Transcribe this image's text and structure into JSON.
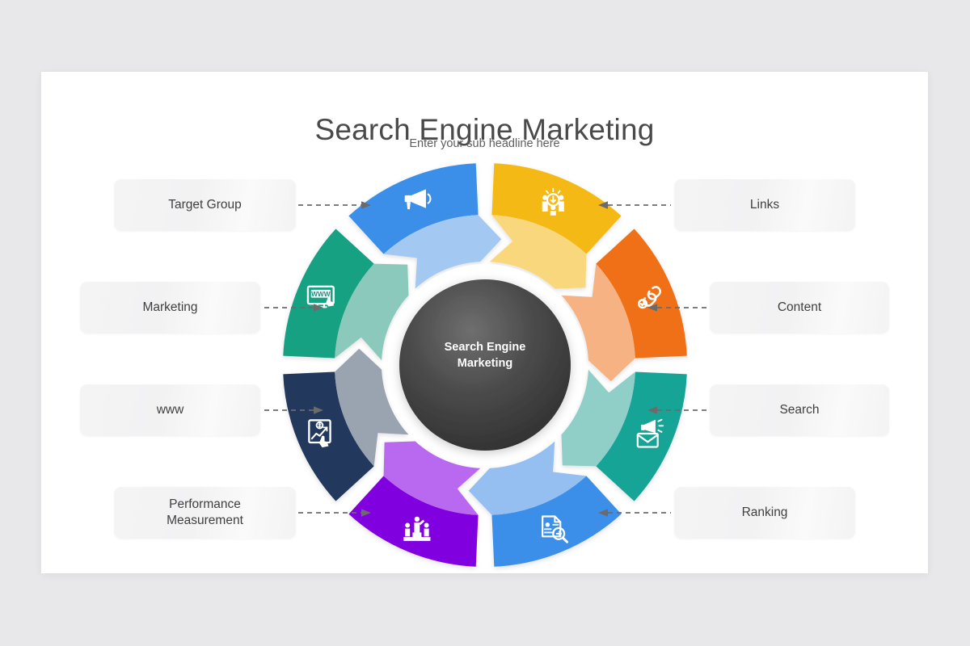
{
  "slide": {
    "title": "Search Engine Marketing",
    "subtitle": "Enter your sub headline here",
    "background_color": "#e8e8ea",
    "card_color": "#ffffff"
  },
  "center": {
    "line1": "Search Engine",
    "line2": "Marketing",
    "gradient_from": "#2f2f2f",
    "gradient_to": "#767676",
    "ring_color": "#ffffff"
  },
  "chart_data": {
    "type": "pie",
    "title": "Search Engine Marketing",
    "subtitle": "Enter your sub headline here",
    "segments": 8,
    "categories": [
      "Target Group",
      "Links",
      "Content",
      "Search",
      "Ranking",
      "Performance Measurement",
      "www",
      "Marketing"
    ],
    "values": [
      12.5,
      12.5,
      12.5,
      12.5,
      12.5,
      12.5,
      12.5,
      12.5
    ],
    "legend_position": "sides"
  },
  "segments": [
    {
      "key": "target-group",
      "label": "Target Group",
      "color": "#f5b912",
      "light_color": "#f9d77c",
      "icon": "target-audience-icon",
      "side": "left",
      "start_angle": -90,
      "end_angle": -45
    },
    {
      "key": "links",
      "label": "Links",
      "color": "#ef7016",
      "light_color": "#f6b283",
      "icon": "chain-link-icon",
      "side": "right",
      "start_angle": -45,
      "end_angle": 0
    },
    {
      "key": "content",
      "label": "Content",
      "color": "#18a497",
      "light_color": "#90cfc7",
      "icon": "email-megaphone-icon",
      "side": "right",
      "start_angle": 0,
      "end_angle": 45
    },
    {
      "key": "search",
      "label": "Search",
      "color": "#3a8fe8",
      "light_color": "#95bef1",
      "icon": "document-search-icon",
      "side": "right",
      "start_angle": 45,
      "end_angle": 90
    },
    {
      "key": "ranking",
      "label": "Ranking",
      "color": "#8000e0",
      "light_color": "#b967f0",
      "icon": "podium-people-icon",
      "side": "right",
      "start_angle": 90,
      "end_angle": 135
    },
    {
      "key": "performance-measurement",
      "label": "Performance Measurement",
      "label_line1": "Performance",
      "label_line2": "Measurement",
      "color": "#24395c",
      "light_color": "#9aa3b0",
      "icon": "chart-click-icon",
      "side": "left",
      "start_angle": 135,
      "end_angle": 180
    },
    {
      "key": "www",
      "label": "www",
      "color": "#18a183",
      "light_color": "#8ac9bb",
      "icon": "www-monitor-icon",
      "side": "left",
      "start_angle": 180,
      "end_angle": 225
    },
    {
      "key": "marketing",
      "label": "Marketing",
      "color": "#3a8fe8",
      "light_color": "#a3c9f2",
      "icon": "megaphone-icon",
      "side": "left",
      "start_angle": 225,
      "end_angle": 270
    }
  ],
  "connectors": {
    "style": "dashed-arrow",
    "color": "#6b6b6b"
  }
}
